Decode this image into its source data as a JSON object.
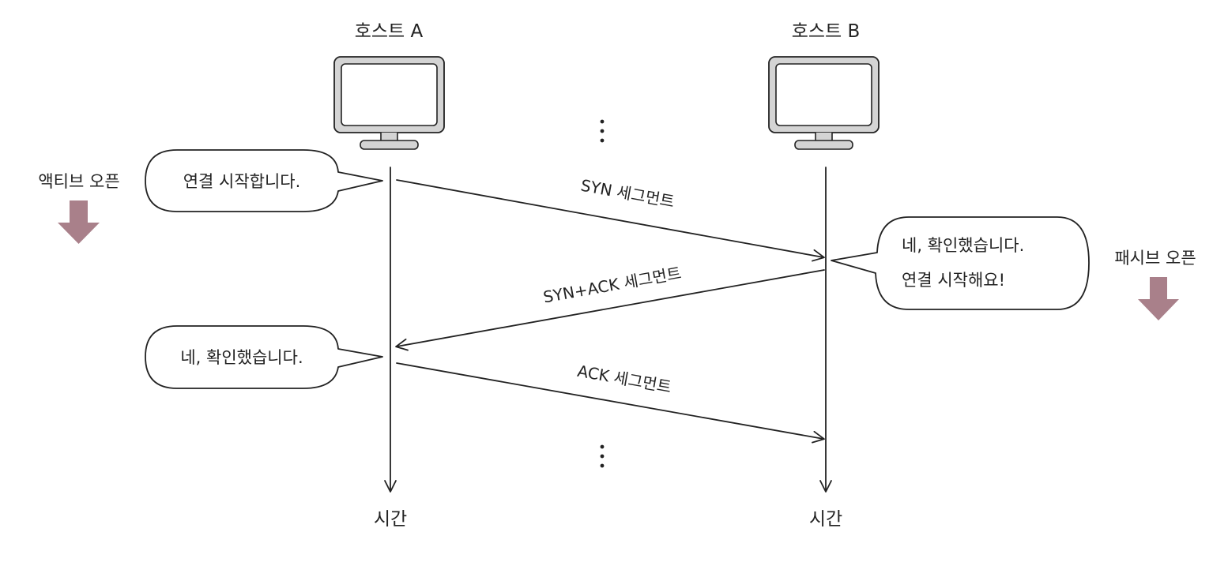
{
  "hosts": {
    "a": {
      "label": "호스트 A"
    },
    "b": {
      "label": "호스트 B"
    }
  },
  "timeline_label": "시간",
  "messages": {
    "syn": "SYN 세그먼트",
    "synack": "SYN+ACK 세그먼트",
    "ack": "ACK 세그먼트"
  },
  "bubbles": {
    "a_start": "연결 시작합니다.",
    "b_line1": "네, 확인했습니다.",
    "b_line2": "연결 시작해요!",
    "a_confirm": "네, 확인했습니다."
  },
  "sides": {
    "active_open": "액티브 오픈",
    "passive_open": "패시브 오픈"
  },
  "colors": {
    "arrow_fill": "#a9808a",
    "monitor_fill": "#d4d4d4",
    "line": "#222222"
  },
  "icons": {
    "monitor": "monitor-icon",
    "down_arrow": "down-arrow-icon",
    "ellipsis": "vertical-ellipsis-icon"
  }
}
